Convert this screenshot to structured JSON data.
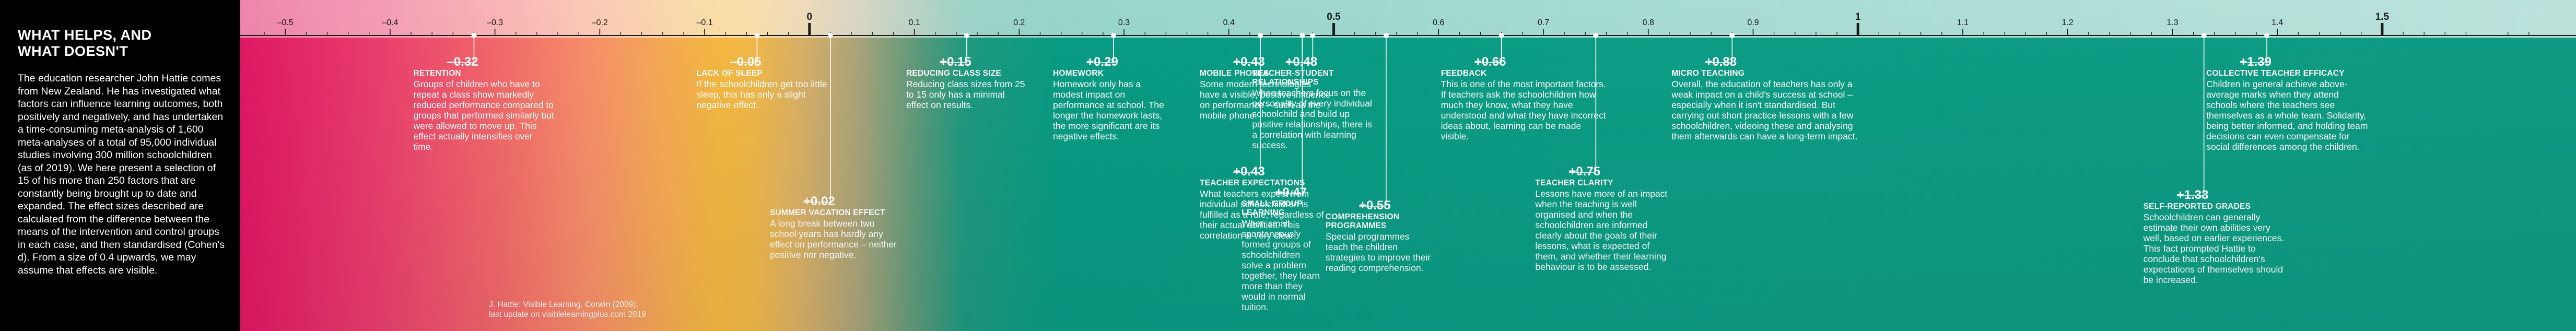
{
  "sidebar": {
    "title_line1": "WHAT HELPS, AND",
    "title_line2": "WHAT DOESN'T",
    "intro": "The education researcher John Hattie comes from New Zealand. He has investigated what factors can influence learning outcomes, both positively and negatively, and has undertaken a time-consuming meta-analysis of 1,600 meta-analyses of a total of 95,000 individual studies involving 300 million schoolchildren (as of 2019). We here present a selection of 15 of his more than 250 factors that are constantly being brought up to date and expanded. The effect sizes described are calculated from the difference between the means of the intervention and control groups in each case, and then standardised (Cohen's d). From a size of 0.4 upwards, we may assume that effects are visible."
  },
  "axis": {
    "min": -0.52,
    "max": 1.65,
    "ticks": [
      "–0.5",
      "–0.4",
      "–0.3",
      "–0.2",
      "–0.1",
      "0",
      "0.1",
      "0.2",
      "0.3",
      "0.4",
      "0.5",
      "0.6",
      "0.7",
      "0.8",
      "0.9",
      "1",
      "1.1",
      "1.2",
      "1.3",
      "1.4",
      "1.5"
    ],
    "tick_values": [
      -0.5,
      -0.4,
      -0.3,
      -0.2,
      -0.1,
      0,
      0.1,
      0.2,
      0.3,
      0.4,
      0.5,
      0.6,
      0.7,
      0.8,
      0.9,
      1,
      1.1,
      1.2,
      1.3,
      1.4,
      1.5
    ],
    "major_ticks": [
      0,
      0.5,
      1,
      1.5
    ],
    "colors": {
      "tick": "#1a1a1a",
      "leader": "#ffffff",
      "dot": "#ffffff"
    }
  },
  "effects": [
    {
      "id": "retention",
      "value": -0.32,
      "value_label": "–0.32",
      "name": "RETENTION",
      "desc": "Groups of children who have to repeat a class show markedly reduced performance compared to groups that performed similarly but were allowed to move up. This effect actually intensifies over time."
    },
    {
      "id": "lack-of-sleep",
      "value": -0.05,
      "value_label": "–0.05",
      "name": "LACK OF SLEEP",
      "desc": "If the schoolchildren get too little sleep, this has only a slight negative effect."
    },
    {
      "id": "summer-vacation",
      "value": 0.02,
      "value_label": "+0.02",
      "name": "SUMMER VACATION EFFECT",
      "desc": "A long break between two school years has hardly any effect on performance – neither positive nor negative."
    },
    {
      "id": "reducing-class-size",
      "value": 0.15,
      "value_label": "+0.15",
      "name": "REDUCING CLASS SIZE",
      "desc": "Reducing class sizes from 25 to 15 only has a minimal effect on results."
    },
    {
      "id": "homework",
      "value": 0.29,
      "value_label": "+0.29",
      "name": "HOMEWORK",
      "desc": "Homework only has a modest impact on performance at school. The longer the homework lasts, the more significant are its negative effects."
    },
    {
      "id": "mobile-phones",
      "value": 0.43,
      "value_label": "+0.43",
      "name": "MOBILE PHONES",
      "desc": "Some modern technologies have a visible, positive influence on performance – such as the mobile phone."
    },
    {
      "id": "teacher-expectations",
      "value": 0.43,
      "value_label": "+0.43",
      "name": "TEACHER EXPECTATIONS",
      "desc": "What teachers expect from individual schoolchildren is fulfilled as a rule, regardless of their actual abilities. This correlation is very clear."
    },
    {
      "id": "small-group-learning",
      "value": 0.47,
      "value_label": "+0.47",
      "name": "SMALL GROUP LEARNING",
      "desc": "When small, spontaneously formed groups of schoolchildren solve a problem together, they learn more than they would in normal tuition."
    },
    {
      "id": "teacher-student-relationships",
      "value": 0.48,
      "value_label": "+0.48",
      "name": "TEACHER-STUDENT RELATIONSHIPS",
      "desc": "When teachers focus on the personality of every individual schoolchild and build up positive relationships, there is a correlation with learning success."
    },
    {
      "id": "comprehension-programmes",
      "value": 0.55,
      "value_label": "+0.55",
      "name": "COMPREHENSION PROGRAMMES",
      "desc": "Special programmes teach the children strategies to improve their reading comprehension."
    },
    {
      "id": "feedback",
      "value": 0.66,
      "value_label": "+0.66",
      "name": "FEEDBACK",
      "desc": "This is one of the most important factors. If teachers ask the schoolchildren how much they know, what they have understood and what they have incorrect ideas about, learning can be made visible."
    },
    {
      "id": "teacher-clarity",
      "value": 0.75,
      "value_label": "+0.75",
      "name": "TEACHER CLARITY",
      "desc": "Lessons have more of an impact when the teaching is well organised and when the schoolchildren are informed clearly about the goals of their lessons, what is expected of them, and whether their learning behaviour is to be assessed."
    },
    {
      "id": "micro-teaching",
      "value": 0.88,
      "value_label": "+0.88",
      "name": "MICRO TEACHING",
      "desc": "Overall, the education of teachers has only a weak impact on a child's success at school – especially when it isn't standardised. But carrying out short practice lessons with a few schoolchildren, videoing these and analysing them afterwards can have a long-term impact."
    },
    {
      "id": "self-reported-grades",
      "value": 1.33,
      "value_label": "+1.33",
      "name": "SELF-REPORTED GRADES",
      "desc": "Schoolchildren can generally estimate their own abilities very well, based on earlier experiences. This fact prompted Hattie to conclude that schoolchildren's expectations of themselves should be increased."
    },
    {
      "id": "collective-teacher-efficacy",
      "value": 1.39,
      "value_label": "+1.39",
      "name": "COLLECTIVE TEACHER EFFICACY",
      "desc": "Children in general achieve above-average marks when they attend schools where the teachers see themselves as a whole team. Solidarity, being better informed, and holding team decisions can even compensate for social differences among the children."
    }
  ],
  "source": {
    "line1": "J. Hattie: Visible Learning. Corwin (2009),",
    "line2": "last update on visiblelearningplus.com 2019"
  }
}
